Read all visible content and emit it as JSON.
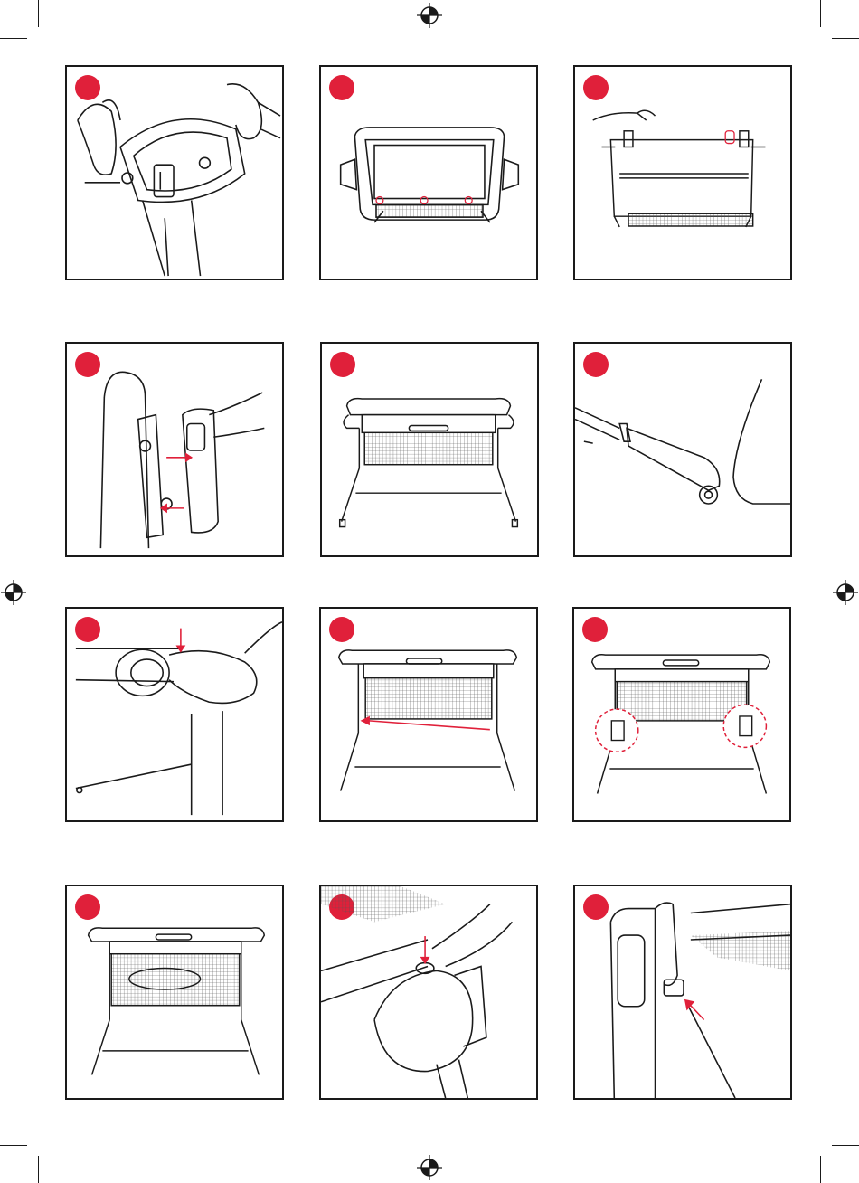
{
  "colors": {
    "accent": "#e0203a",
    "line": "#1a1a1a"
  },
  "registration_marks": [
    "registration-mark-top",
    "registration-mark-left",
    "registration-mark-right",
    "registration-mark-bottom"
  ],
  "steps": [
    {
      "id": 1,
      "illustration": "press-release-buttons-on-hinge"
    },
    {
      "id": 2,
      "illustration": "crib-top-view-three-points"
    },
    {
      "id": 3,
      "illustration": "lift-crib-frame-side-clip"
    },
    {
      "id": 4,
      "illustration": "attach-side-bracket-arrows"
    },
    {
      "id": 5,
      "illustration": "assembled-crib-front-view"
    },
    {
      "id": 6,
      "illustration": "leg-tube-with-wheel"
    },
    {
      "id": 7,
      "illustration": "push-down-on-leg-joint"
    },
    {
      "id": 8,
      "illustration": "slide-tube-into-legs-arrow"
    },
    {
      "id": 9,
      "illustration": "leg-clips-detail-circles"
    },
    {
      "id": 10,
      "illustration": "crib-with-mesh-pattern"
    },
    {
      "id": 11,
      "illustration": "press-button-on-bracket"
    },
    {
      "id": 12,
      "illustration": "press-release-button-up"
    }
  ]
}
